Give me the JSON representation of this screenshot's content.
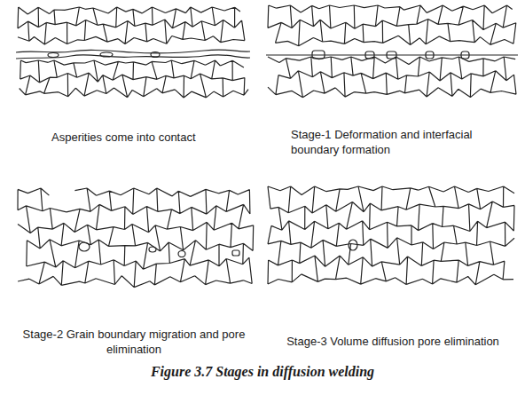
{
  "diagram": {
    "caption": "Figure 3.7 Stages in diffusion welding",
    "labels": [
      "Asperities come into contact",
      "Stage-1 Deformation and interfacial boundary formation",
      "Stage-2 Grain boundary migration and pore elimination",
      "Stage-3 Volume diffusion pore elimination"
    ]
  }
}
